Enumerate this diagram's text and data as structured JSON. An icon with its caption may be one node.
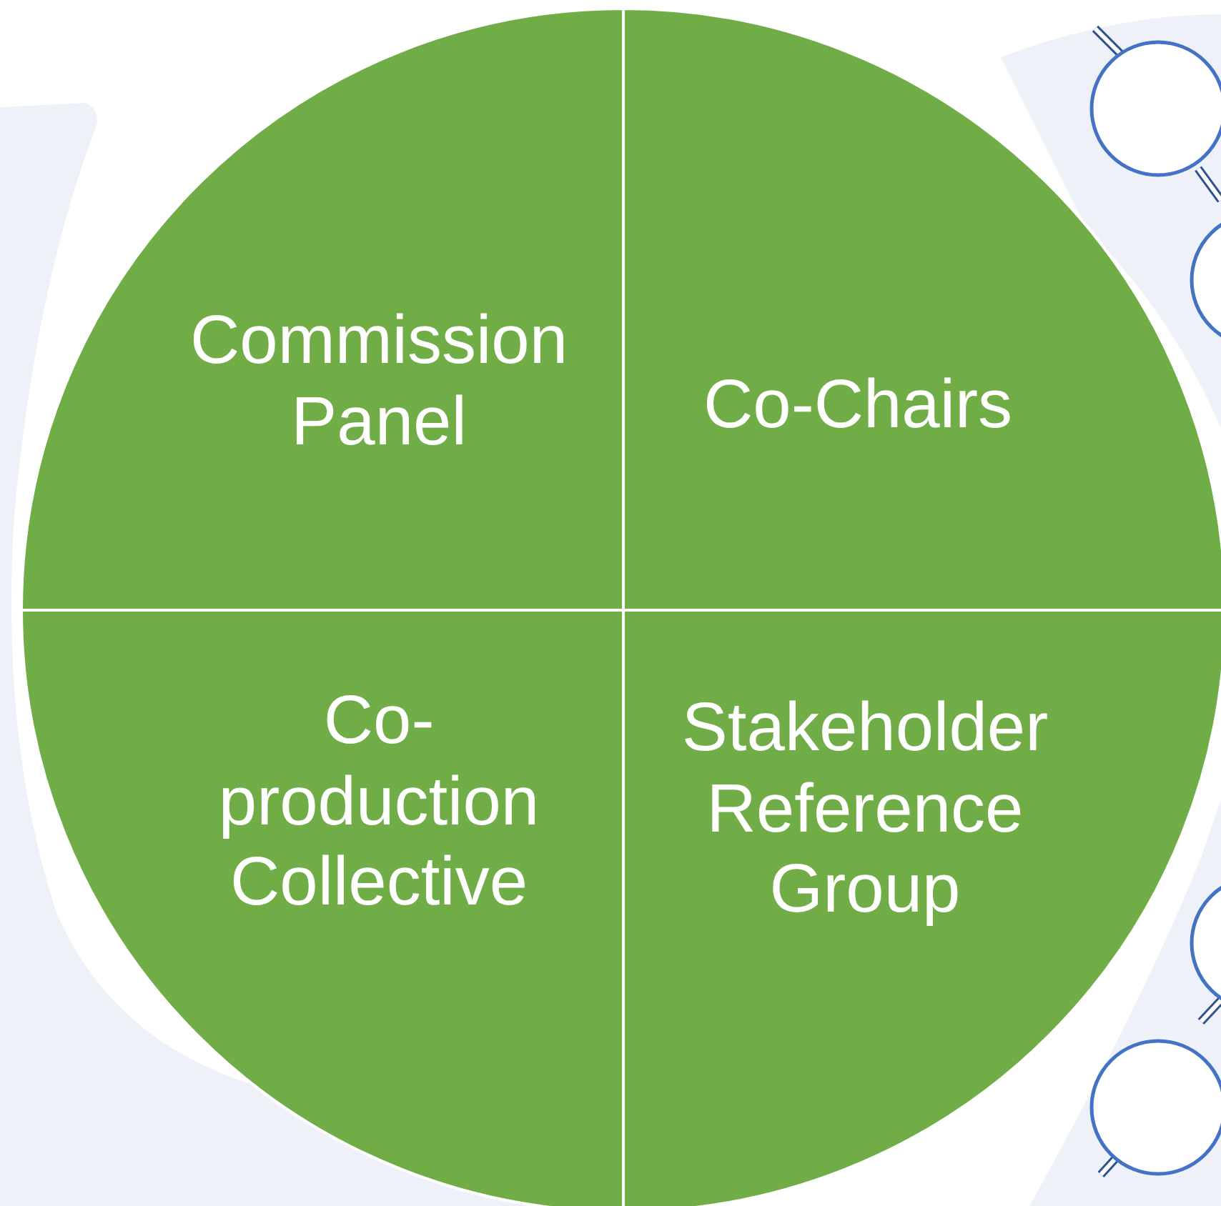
{
  "diagram": {
    "nodes": [
      {
        "text": [
          "Commission Panel"
        ]
      },
      {
        "text": [
          "Co-Chairs"
        ]
      },
      {
        "text": [
          "Co-production Collective"
        ]
      },
      {
        "text": [
          "Stakeholder Reference Group"
        ]
      },
      {
        "text": [],
        "shape": "circle"
      },
      {
        "text": [],
        "shape": "circle"
      },
      {
        "text": [],
        "shape": "circle"
      },
      {
        "text": [],
        "shape": "circle"
      }
    ]
  }
}
